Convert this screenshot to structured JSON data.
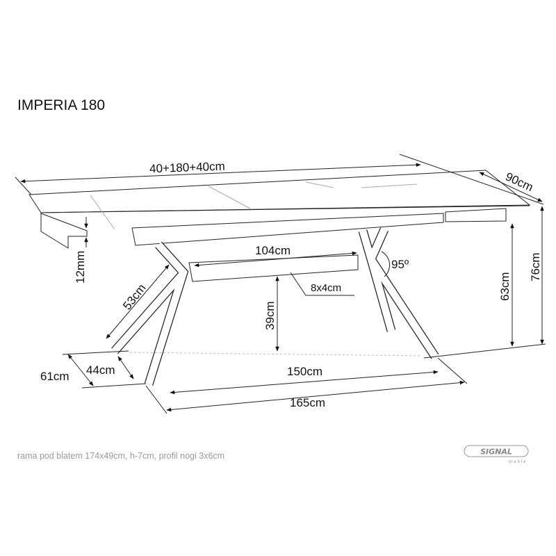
{
  "title": "IMPERIA 180",
  "note": "rama pod blatem 174x49cm, h-7cm, profil nogi 3x6cm",
  "logo": {
    "brand": "SIGNAL",
    "sub": "meble"
  },
  "dimensions": {
    "total_length": "40+180+40cm",
    "depth": "90cm",
    "top_thickness": "12mm",
    "height_total": "76cm",
    "height_apron": "63cm",
    "rail_height": "39cm",
    "rail_length": "104cm",
    "rail_profile": "8x4cm",
    "leg_angle": "95º",
    "leg_length": "53cm",
    "base_depth_outer": "61cm",
    "base_depth_inner": "44cm",
    "base_length_inner": "150cm",
    "base_length_outer": "165cm"
  }
}
